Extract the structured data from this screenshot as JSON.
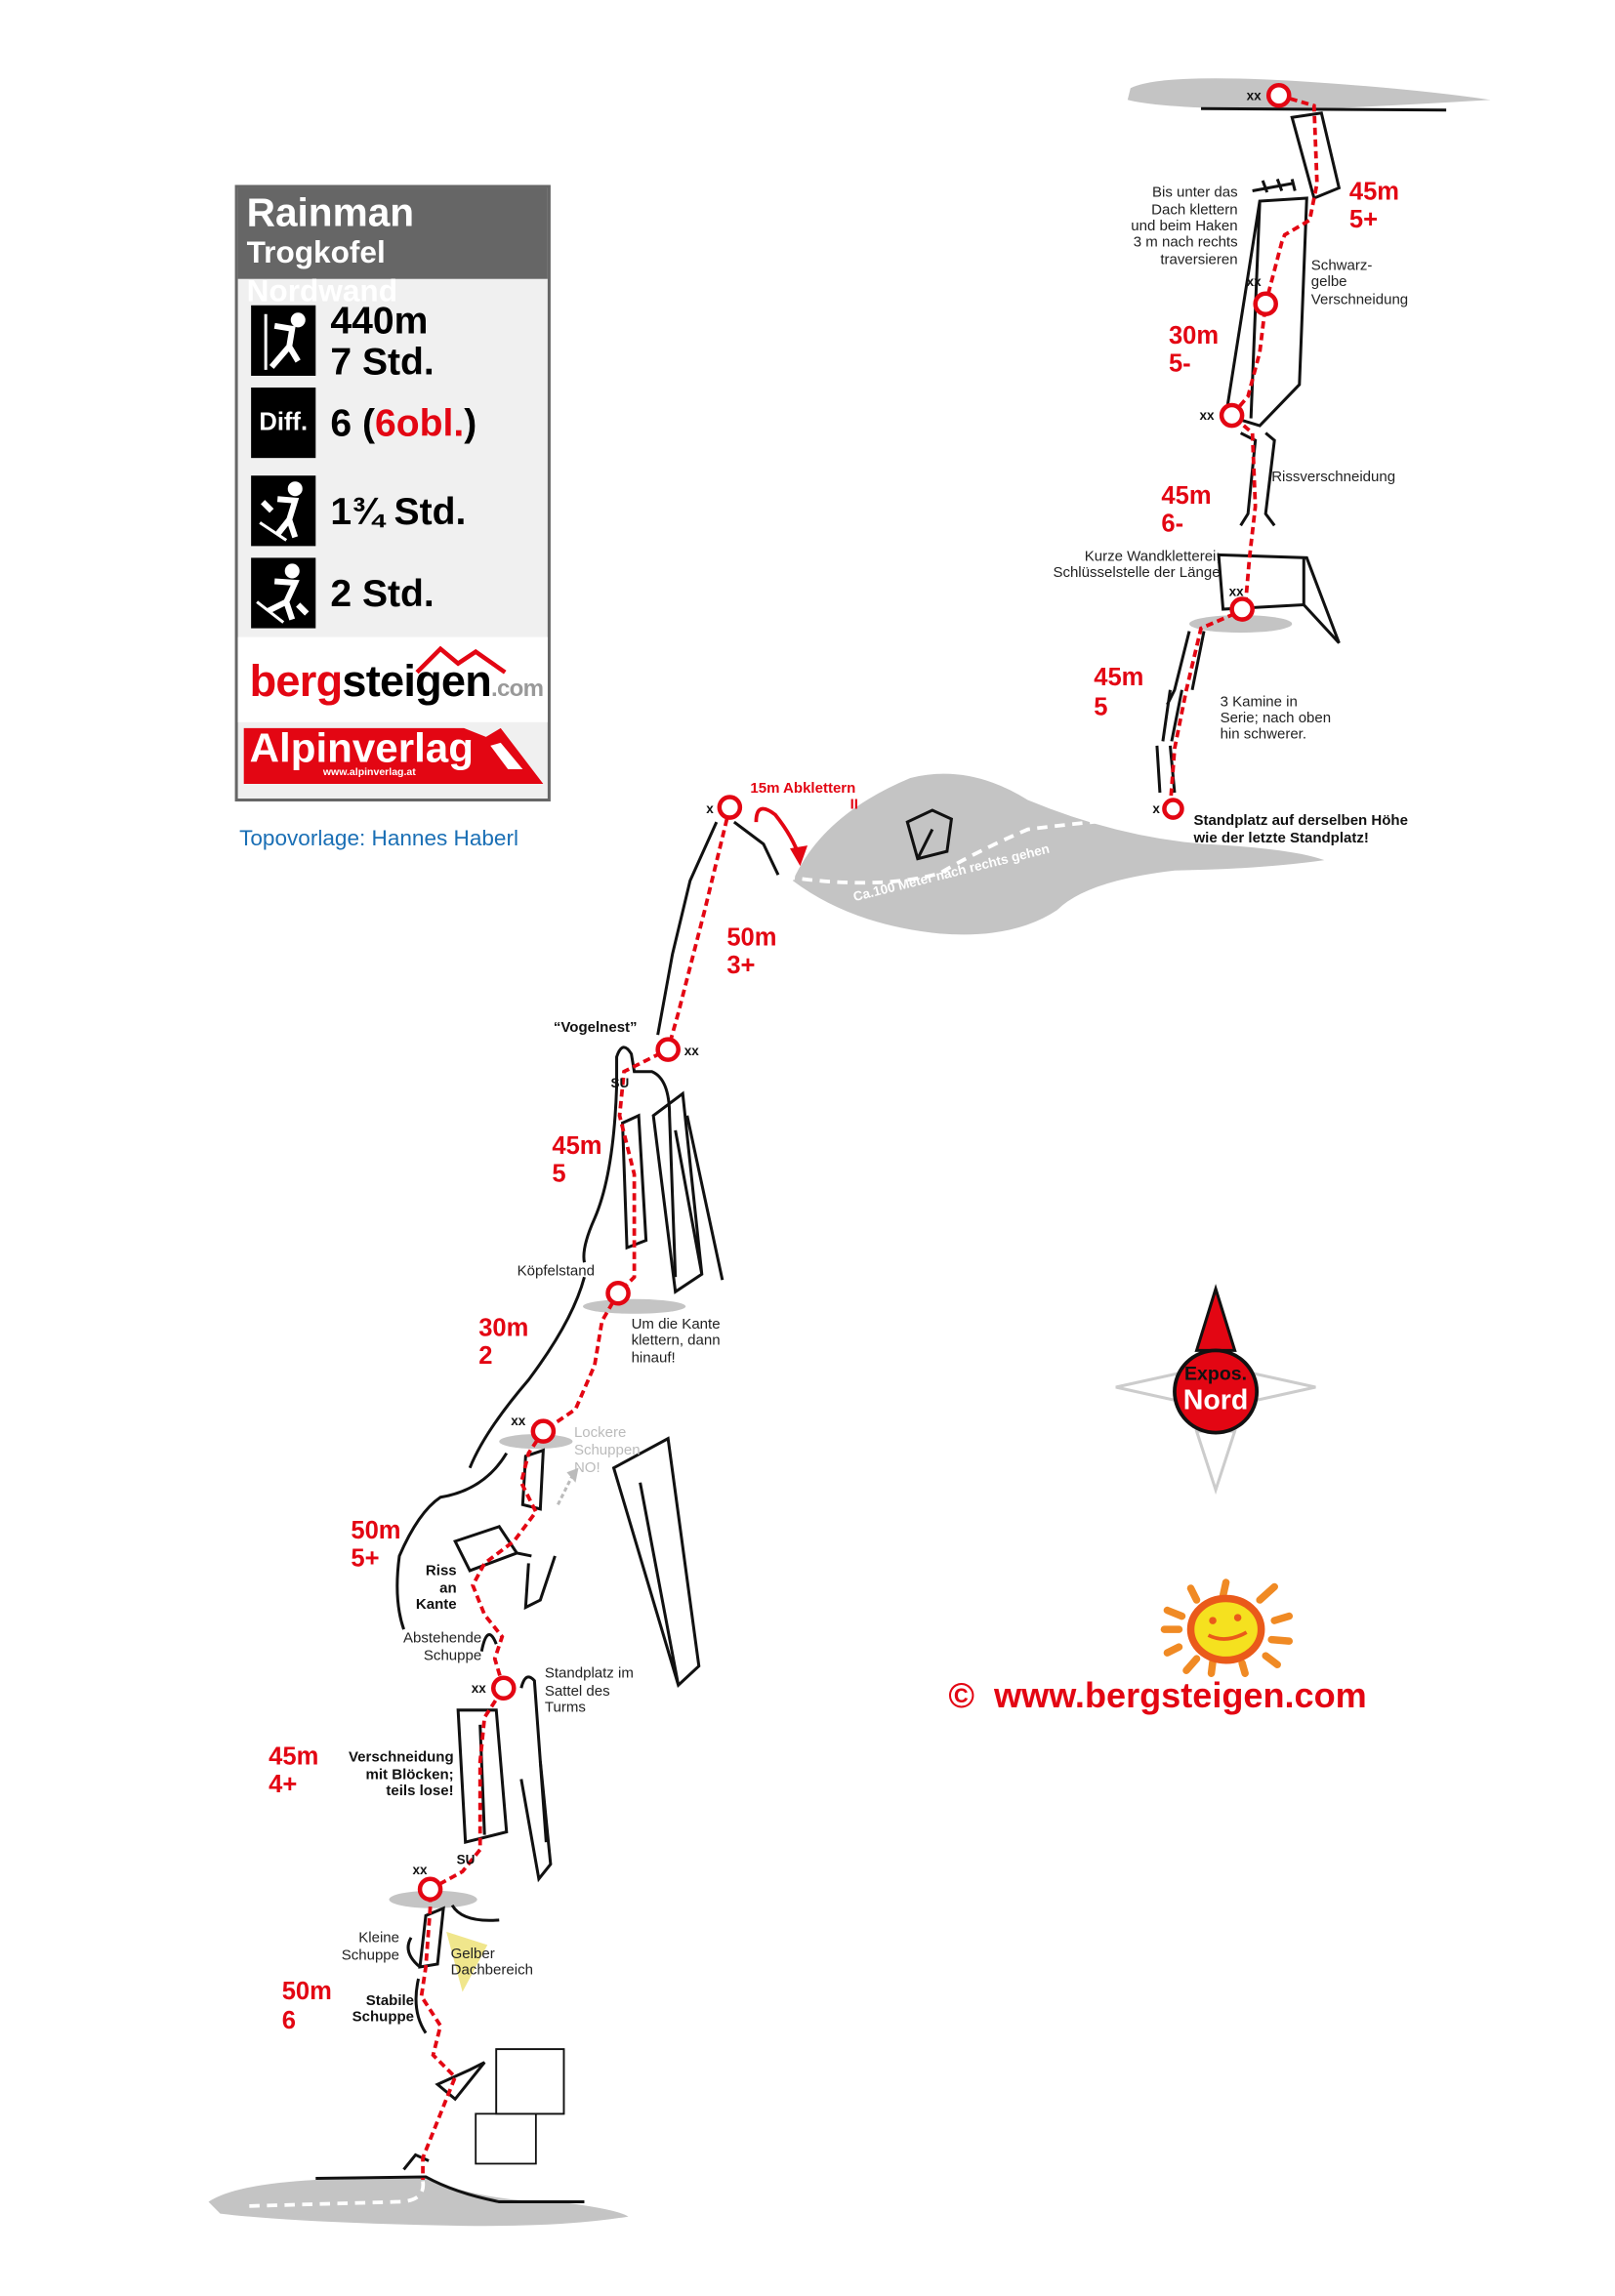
{
  "info": {
    "title": "Rainman",
    "subtitle": "Trogkofel Nordwand",
    "height": "440m",
    "time": "7 Std.",
    "diff_label": "Diff.",
    "diff_value": "6 (",
    "diff_obl": "6obl.",
    "diff_close": ")",
    "approach": "1¾ Std.",
    "descent": "2 Std.",
    "logo_bergsteigen": {
      "berg": "berg",
      "steigen": "steigen",
      "com": ".com"
    },
    "logo_alpinverlag": {
      "name": "Alpinverlag",
      "url": "www.alpinverlag.at"
    },
    "credit": "Topovorlage: Hannes Haberl"
  },
  "pitches": [
    {
      "length": "45m",
      "grade": "5+"
    },
    {
      "length": "30m",
      "grade": "5-"
    },
    {
      "length": "45m",
      "grade": "6-"
    },
    {
      "length": "45m",
      "grade": "5"
    },
    {
      "length": "50m",
      "grade": "3+"
    },
    {
      "length": "45m",
      "grade": "5"
    },
    {
      "length": "30m",
      "grade": "2"
    },
    {
      "length": "50m",
      "grade": "5+"
    },
    {
      "length": "45m",
      "grade": "4+"
    },
    {
      "length": "50m",
      "grade": "6"
    }
  ],
  "annotations": {
    "dach": [
      "Bis unter das",
      "Dach klettern",
      "und beim Haken",
      "3 m nach rechts",
      "traversieren"
    ],
    "schwarzgelbe": [
      "Schwarz-",
      "gelbe",
      "Verschneidung"
    ],
    "riss": [
      "Rissverschneidung"
    ],
    "wand": [
      "Kurze Wandkletterei;",
      "Schlüsselstelle der Länge"
    ],
    "kamine": [
      "3 Kamine in",
      "Serie; nach oben",
      "hin schwerer."
    ],
    "standplatz_hoehe": [
      "Standplatz auf derselben Höhe",
      "wie der letzte Standplatz!"
    ],
    "abklettern": "15m Abklettern",
    "abklettern_grade": "II",
    "walk": "Ca.100 Meter nach rechts gehen",
    "vogelnest": "“Vogelnest”",
    "koepfelstand": "Köpfelstand",
    "kante": [
      "Um die Kante",
      "klettern, dann",
      "hinauf!"
    ],
    "lockere": [
      "Lockere",
      "Schuppen",
      "NO!"
    ],
    "riss_kante": [
      "Riss",
      "an",
      "Kante"
    ],
    "abstehende": [
      "Abstehende",
      "Schuppe"
    ],
    "sattel": [
      "Standplatz im",
      "Sattel des",
      "Turms"
    ],
    "verschneidung": [
      "Verschneidung",
      "mit Blöcken;",
      "teils lose!"
    ],
    "kleine": [
      "Kleine",
      "Schuppe"
    ],
    "gelber": [
      "Gelber",
      "Dachbereich"
    ],
    "stabile": [
      "Stabile",
      "Schuppe"
    ]
  },
  "markers": {
    "double": "xx",
    "single": "x",
    "su": "SU"
  },
  "compass": {
    "line1": "Expos.",
    "line2": "Nord"
  },
  "copyright": {
    "symbol": "©",
    "url": "www.bergsteigen.com"
  },
  "colors": {
    "route": "#e30613",
    "rock": "#c4c4c4",
    "header": "#666666",
    "credit": "#1a6fb5",
    "yellow": "#f0e68c"
  }
}
